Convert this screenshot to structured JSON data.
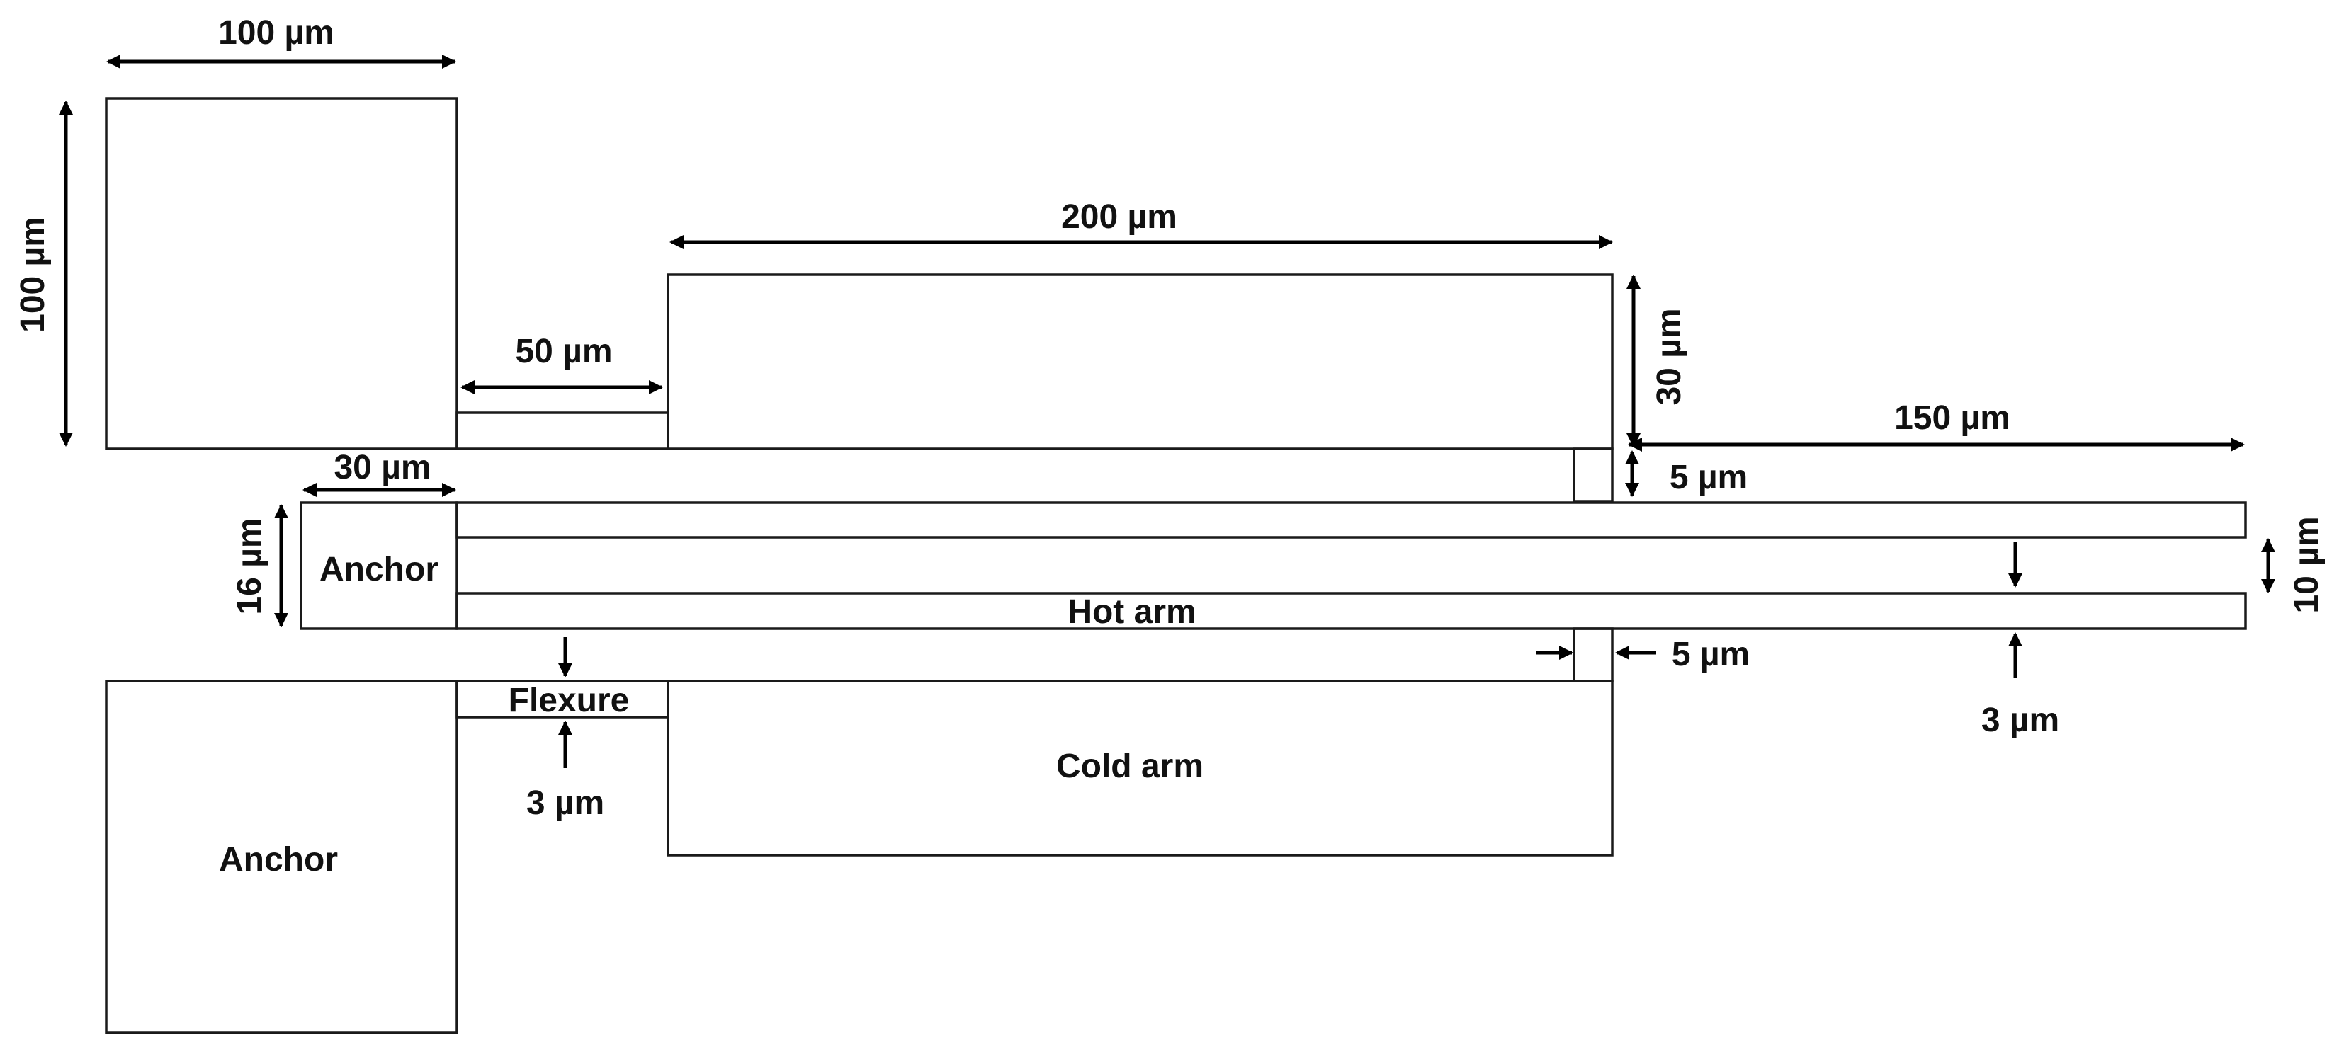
{
  "labels": {
    "top_anchor_width": "100 µm",
    "top_anchor_height": "100 µm",
    "gap_50": "50 µm",
    "cold_top_length": "200 µm",
    "cold_top_height": "30 µm",
    "hot_extension": "150 µm",
    "small_anchor_width": "30 µm",
    "small_anchor_height": "16 µm",
    "small_anchor_name": "Anchor",
    "gap_5_top": "5 µm",
    "hot_gap": "10 µm",
    "hot_arm": "Hot arm",
    "gap_5_bottom": "5 µm",
    "hot_arm_width": "3 µm",
    "flexure": "Flexure",
    "flexure_width": "3 µm",
    "cold_arm": "Cold arm",
    "bottom_anchor": "Anchor"
  },
  "colors": {
    "stroke": "#1a1a1a",
    "text": "#111111"
  }
}
